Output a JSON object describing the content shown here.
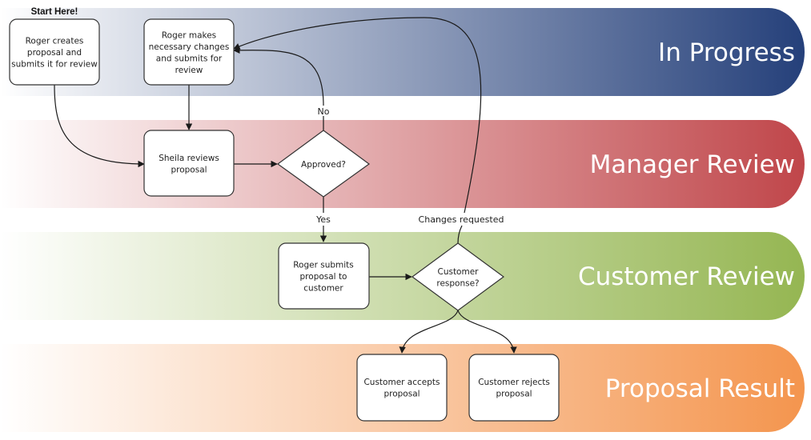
{
  "start_label": "Start Here!",
  "lanes": [
    {
      "title": "In Progress",
      "color": "#25407a"
    },
    {
      "title": "Manager Review",
      "color": "#c0464a"
    },
    {
      "title": "Customer Review",
      "color": "#95b652"
    },
    {
      "title": "Proposal Result",
      "color": "#f4954e"
    }
  ],
  "nodes": {
    "roger_creates": [
      "Roger creates",
      "proposal and",
      "submits it for review"
    ],
    "roger_changes": [
      "Roger makes",
      "necessary changes",
      "and submits for",
      "review"
    ],
    "sheila_reviews": [
      "Sheila reviews",
      "proposal"
    ],
    "approved": [
      "Approved?"
    ],
    "roger_submits": [
      "Roger submits",
      "proposal to",
      "customer"
    ],
    "customer_response": [
      "Customer",
      "response?"
    ],
    "customer_accepts": [
      "Customer accepts",
      "proposal"
    ],
    "customer_rejects": [
      "Customer rejects",
      "proposal"
    ]
  },
  "edge_labels": {
    "no": "No",
    "yes": "Yes",
    "changes_requested": "Changes requested"
  }
}
